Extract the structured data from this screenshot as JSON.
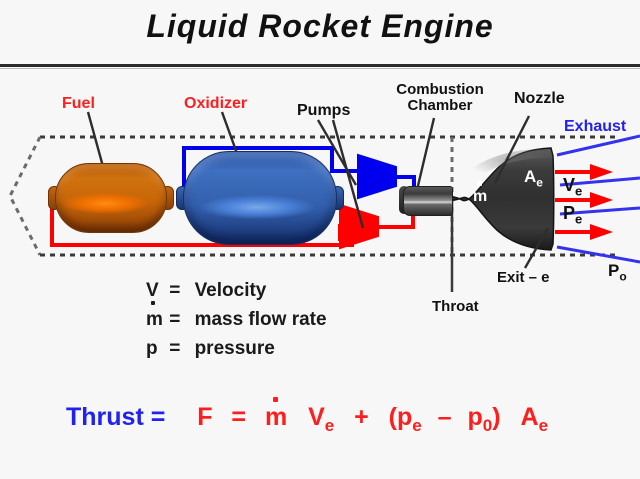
{
  "title": {
    "word1": "Liquid",
    "word2": "Rocket",
    "word3": "Engine"
  },
  "diagram": {
    "labels": {
      "fuel": "Fuel",
      "oxidizer": "Oxidizer",
      "pumps": "Pumps",
      "combustion_chamber_line1": "Combustion",
      "combustion_chamber_line2": "Chamber",
      "nozzle": "Nozzle",
      "exhaust": "Exhaust",
      "throat": "Throat",
      "exit": "Exit – e",
      "area_exit": "A",
      "area_exit_sub": "e",
      "mdot": "m",
      "velocity_exit": "V",
      "velocity_exit_sub": "e",
      "pressure_exit": "P",
      "pressure_exit_sub": "e",
      "pressure_ambient": "P",
      "pressure_ambient_sub": "o"
    },
    "colors": {
      "fuel_line": "#ff0000",
      "oxidizer_line": "#0000ee",
      "fuel_tank": "#c8650c",
      "oxidizer_tank": "#3360ae",
      "nozzle": "#3a3a3a",
      "exhaust": "#3333ee",
      "label_red": "#ff1e1e",
      "label_blue": "#2222ee",
      "background": "#f7f7f7"
    }
  },
  "legend": {
    "items": [
      {
        "symbol": "V",
        "equals": "=",
        "text": "Velocity"
      },
      {
        "symbol": "m",
        "equals": "=",
        "text": "mass  flow  rate"
      },
      {
        "symbol": "p",
        "equals": "=",
        "text": "pressure"
      }
    ]
  },
  "equation": {
    "label": "Thrust =",
    "f": "F",
    "eq": "=",
    "mdot": "m",
    "v": "V",
    "v_sub": "e",
    "plus": "+",
    "open": "(",
    "p1": "p",
    "p1_sub": "e",
    "minus": "–",
    "p2": "p",
    "p2_sub": "0",
    "close": ")",
    "a": "A",
    "a_sub": "e"
  }
}
